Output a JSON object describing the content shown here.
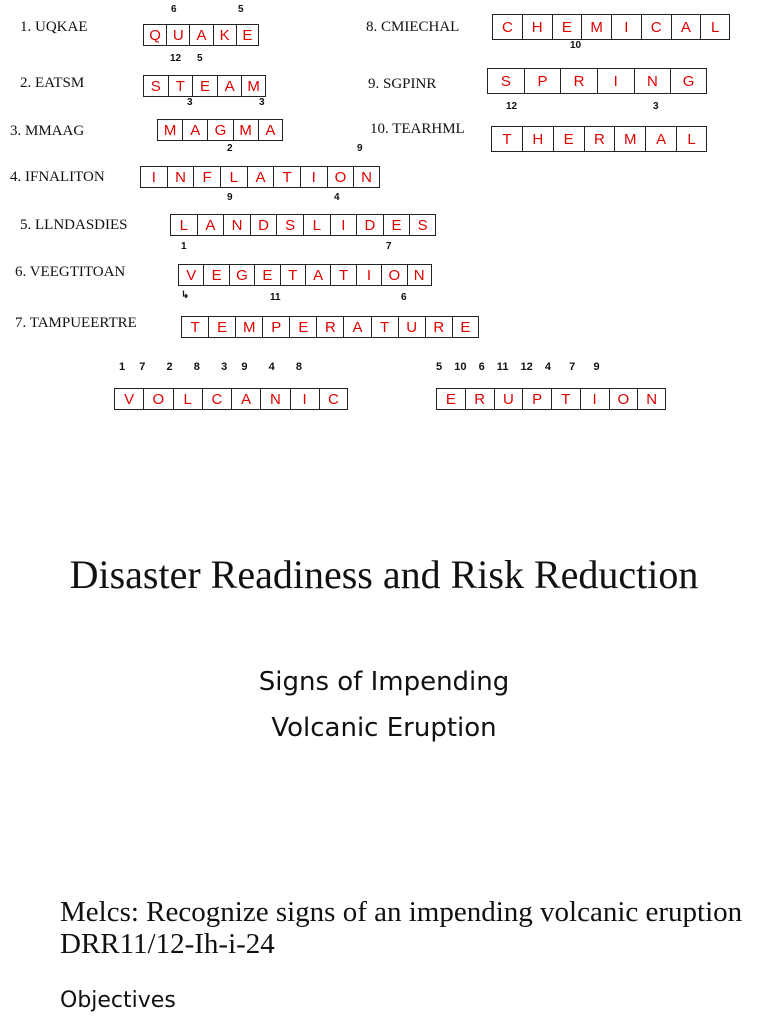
{
  "puzzle": {
    "items": [
      {
        "clue": "1. UQKAE",
        "answer": [
          "Q",
          "U",
          "A",
          "K",
          "E"
        ],
        "hints": [
          "6",
          "5"
        ]
      },
      {
        "clue": "2. EATSM",
        "answer": [
          "S",
          "T",
          "E",
          "A",
          "M"
        ],
        "hints": [
          "12",
          "5"
        ]
      },
      {
        "clue": "3. MMAAG",
        "answer": [
          "M",
          "A",
          "G",
          "M",
          "A"
        ],
        "hints": [
          "3",
          "3"
        ]
      },
      {
        "clue": "4. IFNALITON",
        "answer": [
          "I",
          "N",
          "F",
          "L",
          "A",
          "T",
          "I",
          "O",
          "N"
        ],
        "hints": [
          "2",
          "9"
        ]
      },
      {
        "clue": "5. LLNDASDIES",
        "answer": [
          "L",
          "A",
          "N",
          "D",
          "S",
          "L",
          "I",
          "D",
          "E",
          "S"
        ],
        "hints": [
          "9",
          "4"
        ]
      },
      {
        "clue": "6. VEEGTITOAN",
        "answer": [
          "V",
          "E",
          "G",
          "E",
          "T",
          "A",
          "T",
          "I",
          "O",
          "N"
        ],
        "hints": [
          "1",
          "7"
        ]
      },
      {
        "clue": "7. TAMPUEERTRE",
        "answer": [
          "T",
          "E",
          "M",
          "P",
          "E",
          "R",
          "A",
          "T",
          "U",
          "R",
          "E"
        ],
        "hints": [
          "↳",
          "11",
          "6"
        ]
      },
      {
        "clue": "8. CMIECHAL",
        "answer": [
          "C",
          "H",
          "E",
          "M",
          "I",
          "C",
          "A",
          "L"
        ],
        "hints": [
          "10"
        ]
      },
      {
        "clue": "9. SGPINR",
        "answer": [
          "S",
          "P",
          "R",
          "I",
          "N",
          "G"
        ],
        "hints": [
          "12",
          "3"
        ]
      },
      {
        "clue": "10. TEARHML",
        "answer": [
          "T",
          "H",
          "E",
          "R",
          "M",
          "A",
          "L"
        ],
        "hints": []
      }
    ],
    "final": [
      {
        "numbers": "1  7   2   8   3  9   4   8",
        "letters": [
          "V",
          "O",
          "L",
          "C",
          "A",
          "N",
          "I",
          "C"
        ]
      },
      {
        "numbers": "5  10  6  11  12  4   7   9",
        "letters": [
          "E",
          "R",
          "U",
          "P",
          "T",
          "I",
          "O",
          "N"
        ]
      }
    ]
  },
  "title": "Disaster Readiness and Risk Reduction",
  "subtitle_line1": "Signs of Impending",
  "subtitle_line2": "Volcanic Eruption",
  "melcs": "Melcs: Recognize signs of an impending volcanic eruption DRR11/12-Ih-i-24",
  "objectives": "Objectives",
  "colors": {
    "answer_text": "#e00000",
    "text": "#111111",
    "border": "#222222"
  }
}
